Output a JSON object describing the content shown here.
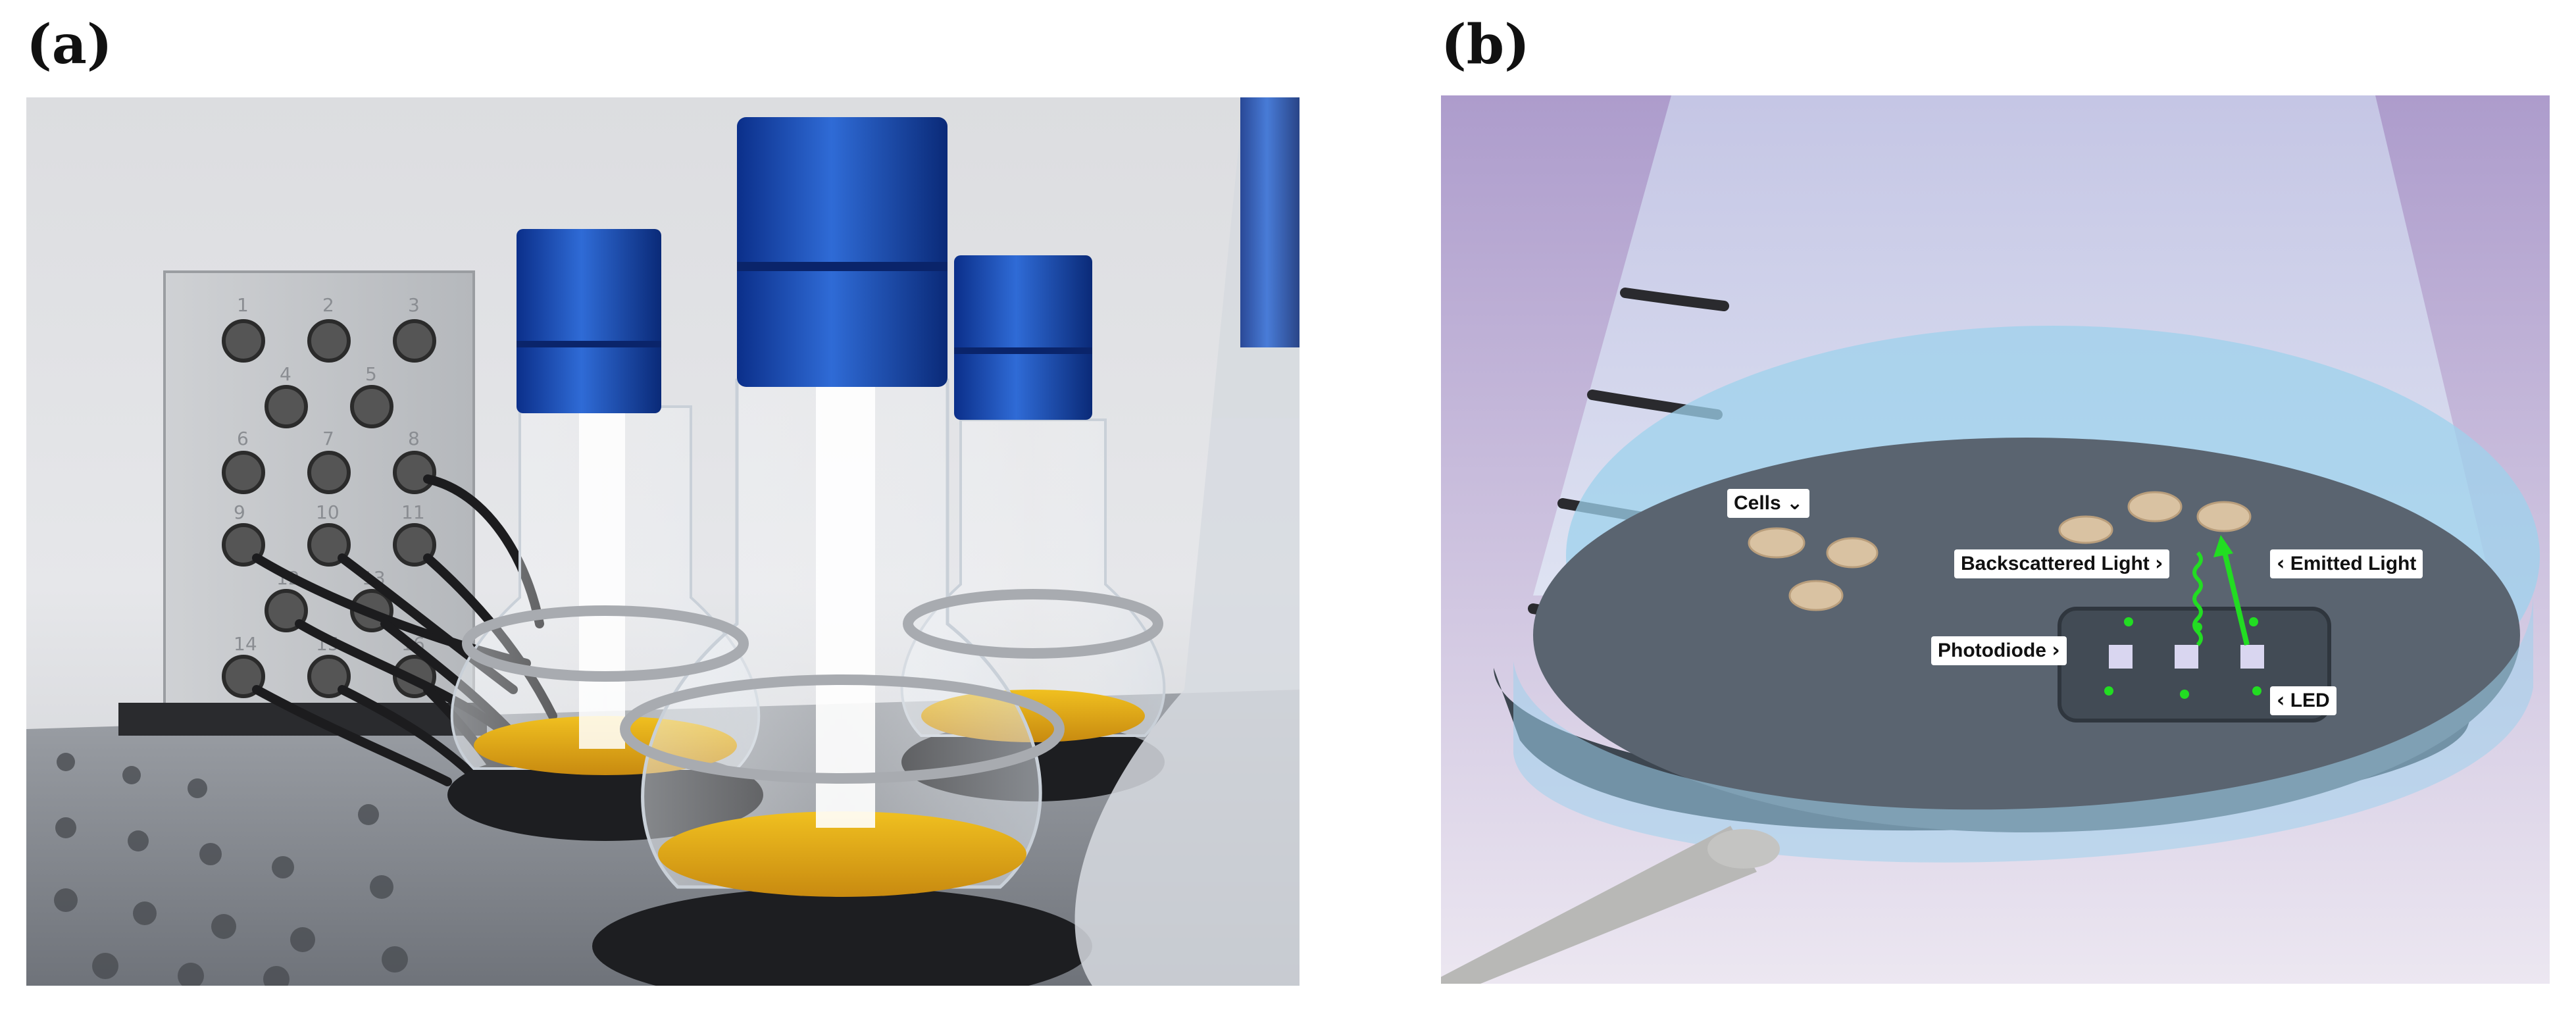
{
  "panels": {
    "a": {
      "letter": "(a)"
    },
    "b": {
      "letter": "(b)"
    }
  },
  "photo": {
    "connector_numbers": [
      "1",
      "2",
      "3",
      "4",
      "5",
      "6",
      "7",
      "8",
      "9",
      "10",
      "11",
      "12",
      "13",
      "14",
      "15",
      "16"
    ]
  },
  "diagram": {
    "labels": {
      "cells": "Cells",
      "backscattered": "Backscattered Light",
      "emitted": "Emitted Light",
      "photodiode": "Photodiode",
      "led": "LED"
    },
    "colors": {
      "background_purple": "#b9a7d4",
      "liquid": "#a9d8ee",
      "sensor_plate": "#5a6470",
      "cells": "#d9c2a2",
      "light_ray": "#22dd22"
    }
  }
}
